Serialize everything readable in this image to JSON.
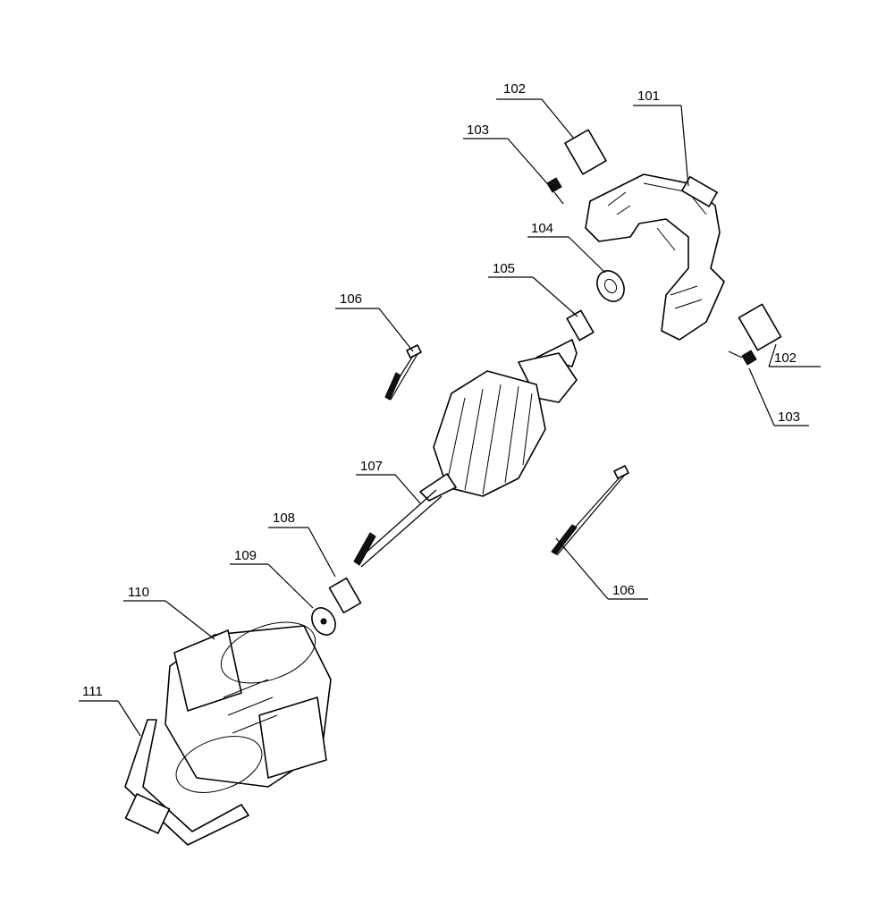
{
  "labels": [
    {
      "id": "101",
      "text": "101"
    },
    {
      "id": "102a",
      "text": "102"
    },
    {
      "id": "102b",
      "text": "102"
    },
    {
      "id": "103a",
      "text": "103"
    },
    {
      "id": "103b",
      "text": "103"
    },
    {
      "id": "104",
      "text": "104"
    },
    {
      "id": "105",
      "text": "105"
    },
    {
      "id": "106a",
      "text": "106"
    },
    {
      "id": "106b",
      "text": "106"
    },
    {
      "id": "107",
      "text": "107"
    },
    {
      "id": "108",
      "text": "108"
    },
    {
      "id": "109",
      "text": "109"
    },
    {
      "id": "110",
      "text": "110"
    },
    {
      "id": "111",
      "text": "111"
    }
  ]
}
